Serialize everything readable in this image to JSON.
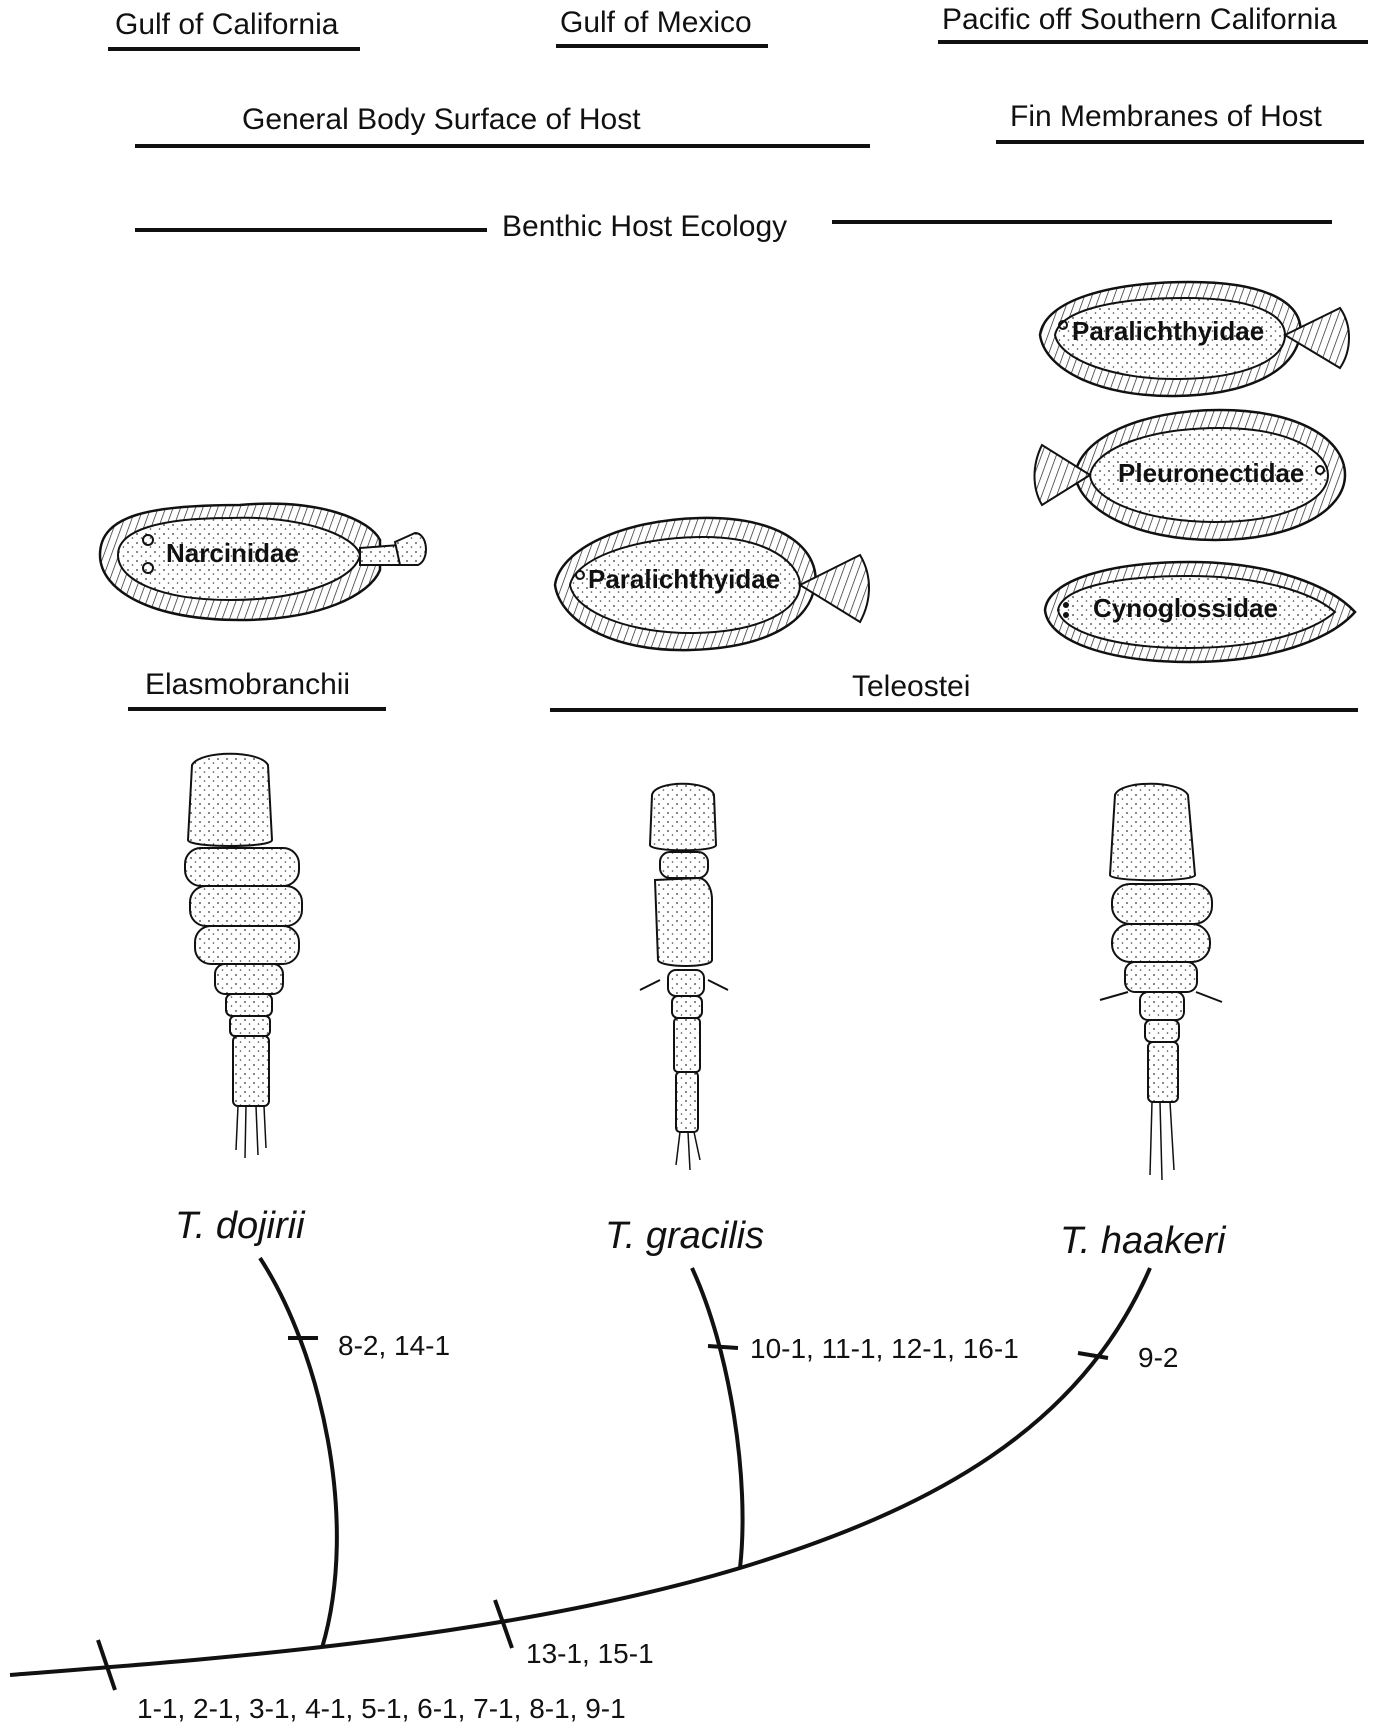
{
  "regions": {
    "gulf_california": "Gulf of California",
    "gulf_mexico": "Gulf of Mexico",
    "pacific_socal": "Pacific off Southern California"
  },
  "site": {
    "general_body": "General Body Surface of Host",
    "fin_membranes": "Fin Membranes of Host"
  },
  "ecology": "Benthic Host Ecology",
  "families": {
    "narcinidae": "Narcinidae",
    "paralichthyidae_mid": "Paralichthyidae",
    "paralichthyidae_top": "Paralichthyidae",
    "pleuronectidae": "Pleuronectidae",
    "cynoglossidae": "Cynoglossidae"
  },
  "host_groups": {
    "elasmobranchii": "Elasmobranchii",
    "teleostei": "Teleostei"
  },
  "taxa": {
    "dojirii": "T. dojirii",
    "gracilis": "T. gracilis",
    "haakeri": "T. haakeri"
  },
  "characters": {
    "dojirii": "8-2, 14-1",
    "gracilis": "10-1, 11-1, 12-1, 16-1",
    "haakeri": "9-2",
    "internal": "13-1, 15-1",
    "root": "1-1, 2-1, 3-1, 4-1, 5-1, 6-1, 7-1, 8-1, 9-1"
  }
}
